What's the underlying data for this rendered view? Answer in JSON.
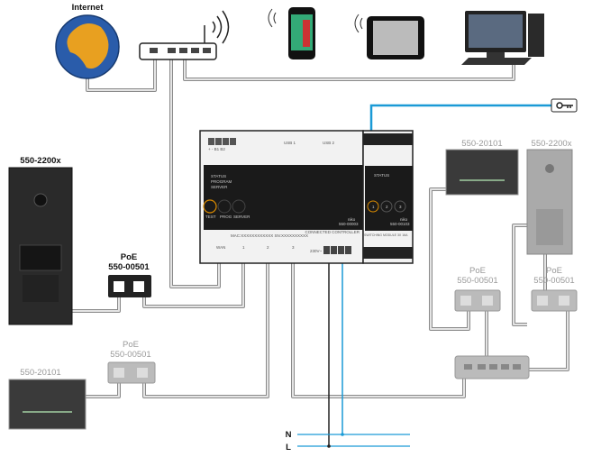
{
  "labels": {
    "internet": "Internet",
    "door_panel_left": "550-2200x",
    "door_panel_right": "550-2200x",
    "touch_panel_right": "550-20101",
    "touch_panel_left": "550-20101",
    "poe": "PoE",
    "poe_model": "550-00501",
    "neutral": "N",
    "live": "L"
  },
  "controller": {
    "terminals": "+ - B1 B2",
    "usb1": "USB 1",
    "usb2": "USB 2",
    "status": "STATUS",
    "program": "PROGRAM",
    "server": "SERVER",
    "btn_test": "TEST",
    "btn_prog": "PROG",
    "btn_server": "SERVER",
    "brand": "niko",
    "model": "550-00003",
    "mac": "MAC:XXXXXXXXXXXX   SN:XXXXXXXXXX",
    "connected": "CONNECTED CONTROLLER",
    "voltage": "230V~",
    "ports": [
      "WAN",
      "1",
      "2",
      "3"
    ]
  },
  "module": {
    "status": "STATUS",
    "channels": [
      "1",
      "2",
      "3"
    ],
    "brand": "niko",
    "model": "550-00103",
    "title": "SWITCHING MODULE 3X 16A"
  },
  "colors": {
    "cable": "#8a8a8a",
    "mains": "#1a9ad6",
    "accent": "#d98a00"
  }
}
